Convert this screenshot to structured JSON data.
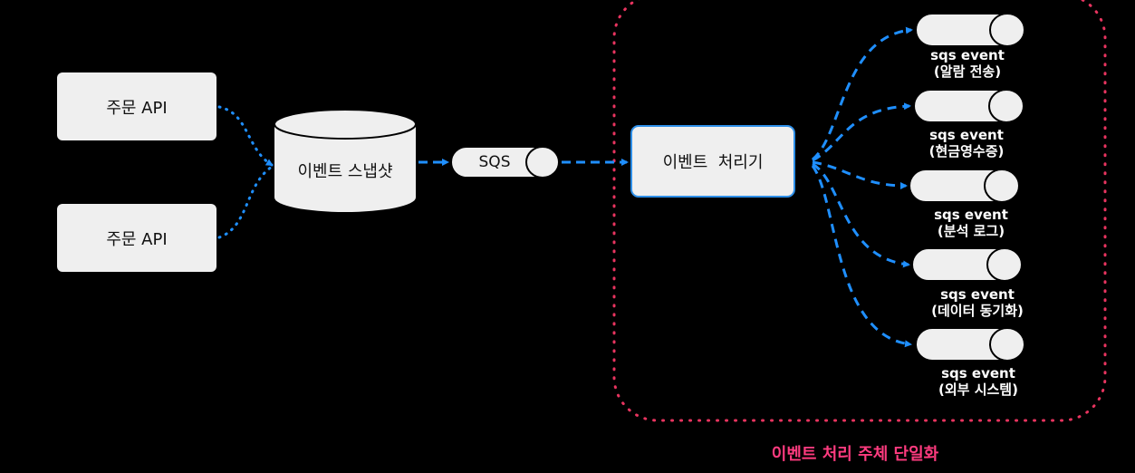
{
  "sources": [
    {
      "label": "주문 API"
    },
    {
      "label": "주문 API"
    }
  ],
  "snapshot": {
    "label": "이벤트 스냅샷"
  },
  "queue": {
    "label": "SQS"
  },
  "processor": {
    "label": "이벤트  처리기"
  },
  "events": [
    {
      "line1": "sqs event",
      "line2": "(알람 전송)"
    },
    {
      "line1": "sqs event",
      "line2": "(현금영수증)"
    },
    {
      "line1": "sqs event",
      "line2": "(분석 로그)"
    },
    {
      "line1": "sqs event",
      "line2": "(데이터 동기화)"
    },
    {
      "line1": "sqs event",
      "line2": "(외부 시스템)"
    }
  ],
  "region": {
    "caption": "이벤트 처리 주체 단일화"
  },
  "colors": {
    "arrow": "#1f8fff",
    "region_border": "#e8345f",
    "caption": "#ff3b7f",
    "node_fill": "#efefef",
    "processor_border": "#2e8fe8"
  }
}
